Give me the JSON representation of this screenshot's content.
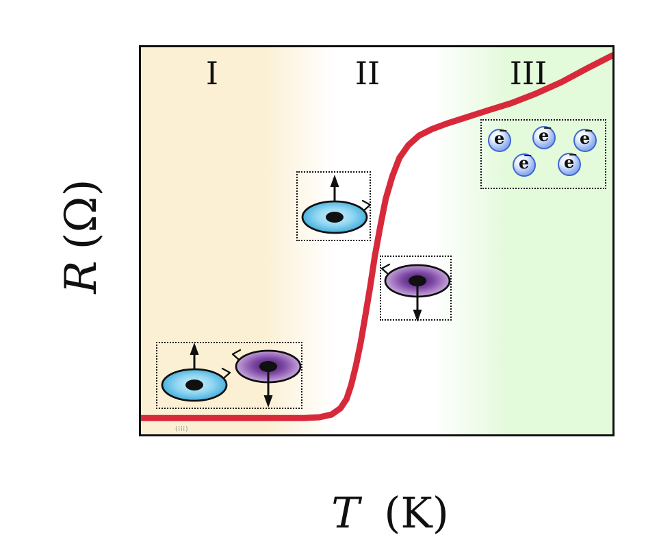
{
  "figure": {
    "y_axis": {
      "variable": "R",
      "unit": "(Ω)"
    },
    "x_axis": {
      "variable": "T",
      "unit": "(K)"
    },
    "regions": [
      {
        "label": "I"
      },
      {
        "label": "II"
      },
      {
        "label": "III"
      }
    ],
    "watermark": "(iii)",
    "colors": {
      "curve": "#d8293b",
      "frame": "#101010",
      "region1_bg": "#fcf0d4",
      "region2_bg": "#ffffff",
      "region3_bg": "#e3fadb",
      "disk_blue": "#239dd3",
      "disk_purple": "#7e49a5",
      "electron_blue": "#5d82e2"
    }
  },
  "electrons": {
    "symbol": "e",
    "charge": "−",
    "count": 5
  },
  "chart_data": {
    "type": "line",
    "title": "",
    "xlabel": "T (K)",
    "ylabel": "R (Ω)",
    "x_ticks": [],
    "y_ticks": [],
    "axes_numeric": false,
    "regions": [
      {
        "label": "I",
        "x_span_norm": [
          0.0,
          0.36
        ],
        "description": "low-T plateau with paired spin-up (blue) and spin-down (purple) disks"
      },
      {
        "label": "II",
        "x_span_norm": [
          0.36,
          0.64
        ],
        "description": "sharp resistive transition with separate spin-up and spin-down disks"
      },
      {
        "label": "III",
        "x_span_norm": [
          0.64,
          1.0
        ],
        "description": "high-T regime with five free electrons e−"
      }
    ],
    "series": [
      {
        "name": "resistance",
        "color": "#d8293b",
        "points_norm": [
          [
            0.0,
            0.042
          ],
          [
            0.173,
            0.042
          ],
          [
            0.346,
            0.042
          ],
          [
            0.378,
            0.044
          ],
          [
            0.404,
            0.051
          ],
          [
            0.423,
            0.067
          ],
          [
            0.436,
            0.091
          ],
          [
            0.446,
            0.128
          ],
          [
            0.456,
            0.178
          ],
          [
            0.466,
            0.237
          ],
          [
            0.476,
            0.308
          ],
          [
            0.486,
            0.381
          ],
          [
            0.496,
            0.46
          ],
          [
            0.508,
            0.54
          ],
          [
            0.519,
            0.608
          ],
          [
            0.533,
            0.666
          ],
          [
            0.548,
            0.714
          ],
          [
            0.567,
            0.747
          ],
          [
            0.59,
            0.772
          ],
          [
            0.618,
            0.789
          ],
          [
            0.649,
            0.803
          ],
          [
            0.69,
            0.819
          ],
          [
            0.736,
            0.837
          ],
          [
            0.786,
            0.856
          ],
          [
            0.837,
            0.88
          ],
          [
            0.892,
            0.91
          ],
          [
            0.947,
            0.946
          ],
          [
            1.0,
            0.979
          ]
        ]
      }
    ]
  }
}
